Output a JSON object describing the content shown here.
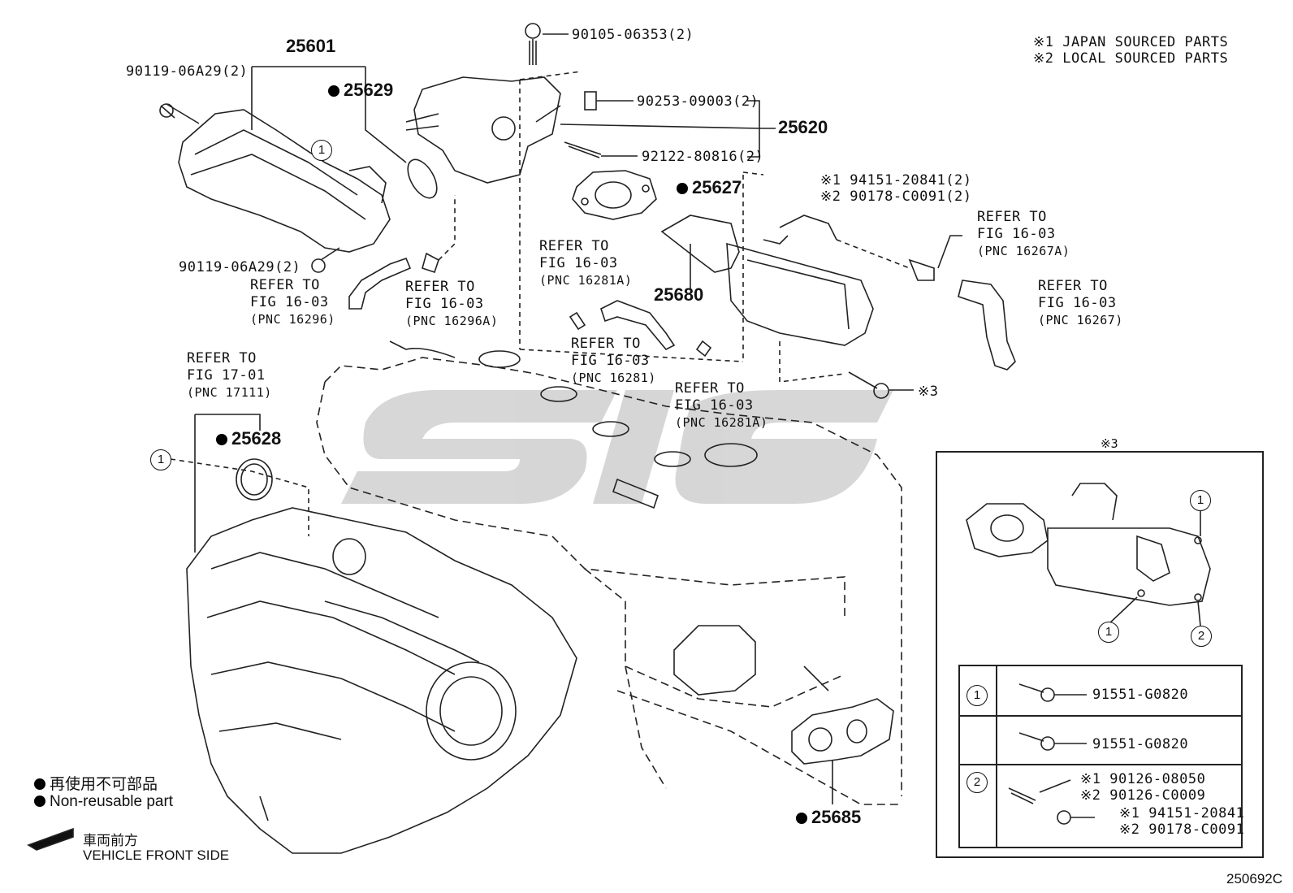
{
  "notes": {
    "n1": "※1  JAPAN SOURCED PARTS",
    "n2": "※2  LOCAL SOURCED PARTS"
  },
  "parts": {
    "p25601": "25601",
    "p25629": "25629",
    "p25620": "25620",
    "p25627": "25627",
    "p25680": "25680",
    "p25628": "25628",
    "p25685": "25685",
    "b90105": "90105-06353(2)",
    "b90119a": "90119-06A29(2)",
    "b90119b": "90119-06A29(2)",
    "b90253": "90253-09003(2)",
    "b92122": "92122-80816(2)",
    "b94151": "※1 94151-20841(2)",
    "b90178": "※2 90178-C0091(2)",
    "x3": "※3"
  },
  "refs": [
    {
      "l1": "REFER TO",
      "l2": "FIG 16-03",
      "l3": "(PNC 16296)"
    },
    {
      "l1": "REFER TO",
      "l2": "FIG 16-03",
      "l3": "(PNC 16296A)"
    },
    {
      "l1": "REFER TO",
      "l2": "FIG 16-03",
      "l3": "(PNC 16281A)"
    },
    {
      "l1": "REFER TO",
      "l2": "FIG 16-03",
      "l3": "(PNC 16281)"
    },
    {
      "l1": "REFER TO",
      "l2": "FIG 16-03",
      "l3": "(PNC 16281A)"
    },
    {
      "l1": "REFER TO",
      "l2": "FIG 16-03",
      "l3": "(PNC 16267A)"
    },
    {
      "l1": "REFER TO",
      "l2": "FIG 16-03",
      "l3": "(PNC 16267)"
    },
    {
      "l1": "REFER TO",
      "l2": "FIG 17-01",
      "l3": "(PNC 17111)"
    }
  ],
  "circle_refs": {
    "one": "1",
    "two": "2"
  },
  "inset": {
    "title": "※3",
    "row1_part": "91551-G0820",
    "row1b_part": "91551-G0820",
    "row2_a": "※1  90126-08050",
    "row2_b": "※2  90126-C0009",
    "row2_c": "※1  94151-20841",
    "row2_d": "※2  90178-C0091"
  },
  "legend": {
    "jp": "再使用不可部品",
    "en": "Non-reusable part",
    "front_jp": "車両前方",
    "front_en": "VEHICLE FRONT SIDE"
  },
  "diagram_id": "250692C"
}
